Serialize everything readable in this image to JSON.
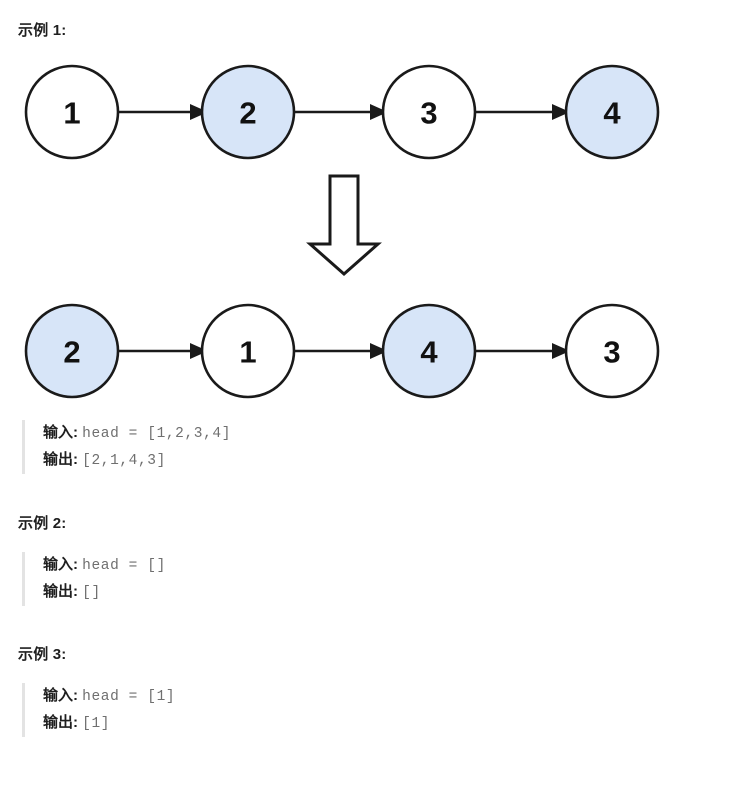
{
  "examples": [
    {
      "heading": "示例 1:",
      "input_label": "输入:",
      "input_value": "head = [1,2,3,4]",
      "output_label": "输出:",
      "output_value": "[2,1,4,3]"
    },
    {
      "heading": "示例 2:",
      "input_label": "输入:",
      "input_value": "head = []",
      "output_label": "输出:",
      "output_value": "[]"
    },
    {
      "heading": "示例 3:",
      "input_label": "输入:",
      "input_value": "head = [1]",
      "output_label": "输出:",
      "output_value": "[1]"
    }
  ],
  "figure": {
    "before_row": {
      "nodes": [
        {
          "value": "1",
          "highlight": false
        },
        {
          "value": "2",
          "highlight": true
        },
        {
          "value": "3",
          "highlight": false
        },
        {
          "value": "4",
          "highlight": true
        }
      ]
    },
    "after_row": {
      "nodes": [
        {
          "value": "2",
          "highlight": true
        },
        {
          "value": "1",
          "highlight": false
        },
        {
          "value": "4",
          "highlight": true
        },
        {
          "value": "3",
          "highlight": false
        }
      ]
    },
    "transform_arrow_icon": "down-block-arrow-icon",
    "colors": {
      "node_fill": "#ffffff",
      "node_highlight_fill": "#d7e5f8",
      "node_stroke": "#1a1a1a",
      "arrow": "#1a1a1a",
      "code_text": "#6f6f6f",
      "label_text": "#1f1f1f",
      "quote_bar": "#e3e3e3"
    }
  }
}
